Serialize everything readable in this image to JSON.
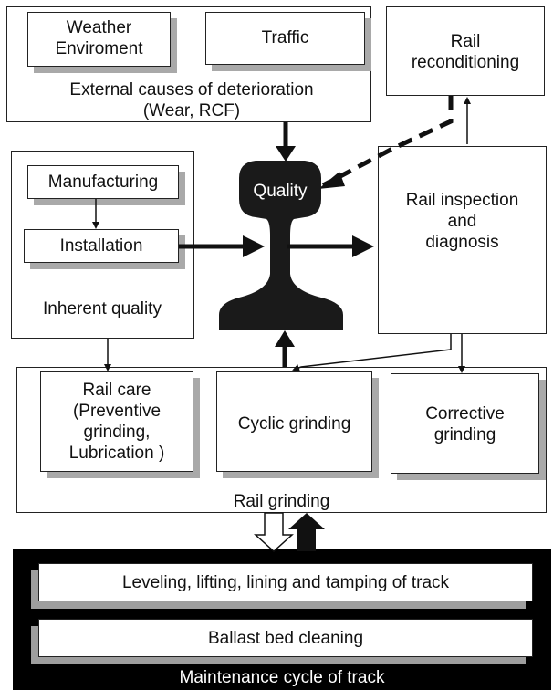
{
  "external": {
    "weather": "Weather\nEnviroment",
    "traffic": "Traffic",
    "caption": "External causes  of deterioration\n(Wear, RCF)"
  },
  "reconditioning": "Rail\nreconditioning",
  "inherent": {
    "manufacturing": "Manufacturing",
    "installation": "Installation",
    "caption": "Inherent quality"
  },
  "quality": "Quality",
  "inspection": "Rail inspection\nand\ndiagnosis",
  "grinding": {
    "rail_care": "Rail care\n(Preventive\ngrinding,\nLubrication )",
    "cyclic": "Cyclic grinding",
    "corrective": "Corrective\ngrinding",
    "caption": "Rail grinding"
  },
  "track": {
    "leveling": "Leveling, lifting, lining and tamping of track",
    "ballast": "Ballast bed cleaning",
    "caption": "Maintenance cycle of track"
  },
  "colors": {
    "rail": "#1a1a1a",
    "shadow": "#a9a9a9",
    "track_bg": "#000000"
  }
}
